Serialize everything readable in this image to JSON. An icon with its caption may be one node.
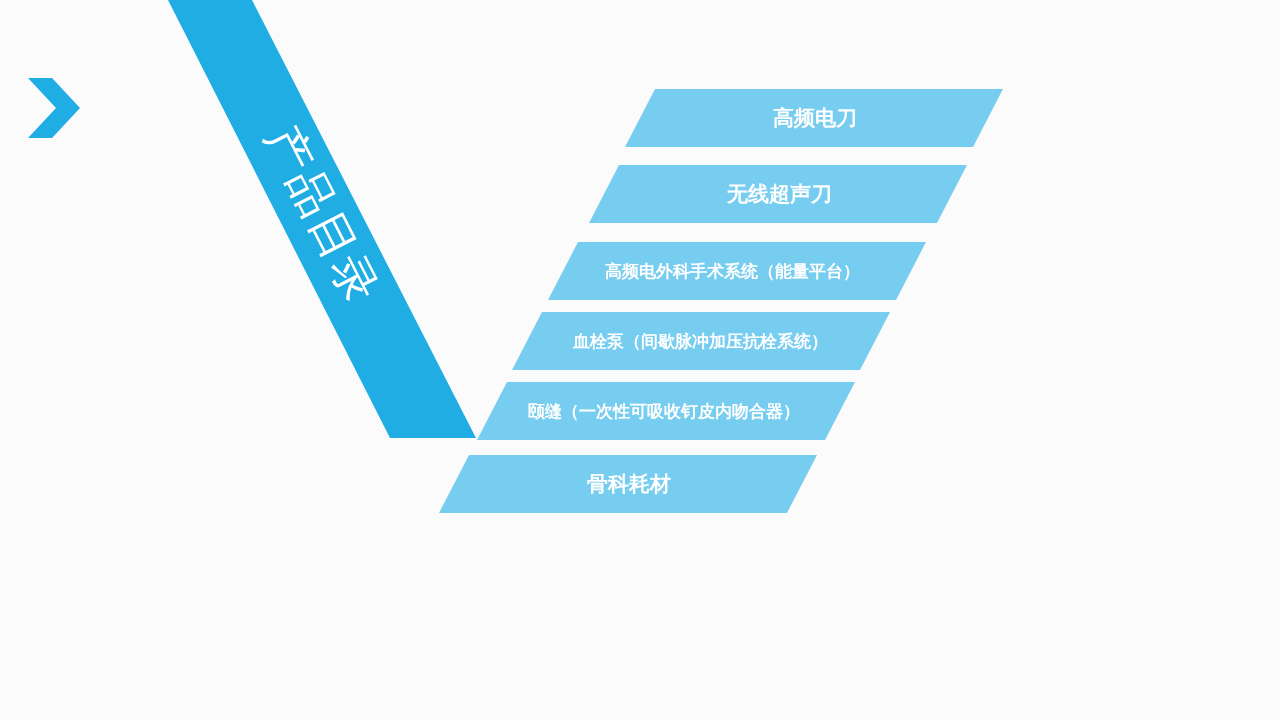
{
  "diagram": {
    "nodes": [
      {
        "text": [
          "产品目录"
        ]
      },
      {
        "text": [
          "高频电刀"
        ]
      },
      {
        "text": [
          "无线超声刀"
        ]
      },
      {
        "text": [
          "高频电外科手术系统（能量平台）"
        ]
      },
      {
        "text": [
          "血栓泵（间歇脉冲加压抗栓系统）"
        ]
      },
      {
        "text": [
          "颐缝（一次性可吸收钉皮内吻合器）"
        ]
      },
      {
        "text": [
          "骨科耗材"
        ]
      }
    ]
  }
}
